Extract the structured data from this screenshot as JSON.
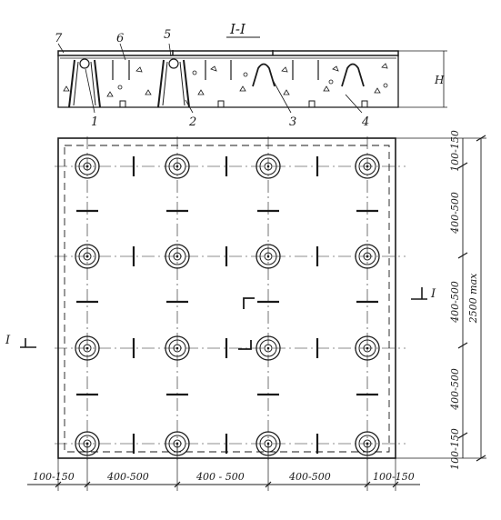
{
  "section": {
    "title": "I-I",
    "labels": {
      "n7": "7",
      "n6": "6",
      "n5": "5",
      "n1": "1",
      "n2": "2",
      "n3": "3",
      "n4": "4",
      "h": "H"
    }
  },
  "plan": {
    "cut_mark": "I",
    "dims_right": {
      "top": "100-150",
      "d1": "400-500",
      "d2": "400-500",
      "d3": "400-500",
      "bottom": "100-150",
      "overall": "2500 max"
    },
    "dims_bottom": {
      "left": "100-150",
      "d1": "400-500",
      "d2": "400 - 500",
      "d3": "400-500",
      "right": "100-150"
    }
  },
  "colors": {
    "ink": "#1a1a1a",
    "paper": "#ffffff"
  }
}
